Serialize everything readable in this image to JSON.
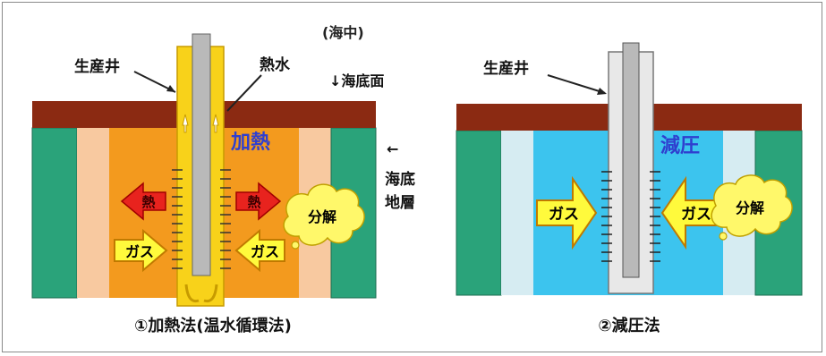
{
  "sea_label": "(海中)",
  "left": {
    "well_label": "生産井",
    "hot_water_label": "熱水",
    "seabed_label": "↓海底面",
    "heating_label": "加熱",
    "formation_label_1": "海底",
    "formation_label_2": "地層",
    "formation_arrow": "←",
    "heat_arrow_text": "熱",
    "gas_arrow_text": "ガス",
    "decomposition_label": "分解",
    "caption": "①加熱法(温水循環法)"
  },
  "right": {
    "well_label": "生産井",
    "depressurize_label": "減圧",
    "gas_arrow_text": "ガス",
    "decomposition_label": "分解",
    "caption": "②減圧法"
  },
  "colors": {
    "seabed_brown": "#8b2a12",
    "formation_green": "#2aa37a",
    "peach": "#f8c9a0",
    "heated_orange": "#f39a1e",
    "pipe_yellow": "#f8d21a",
    "pipe_gray": "#b9b9b9",
    "blue": "#3cc4ee",
    "light_blue": "#d6ecf2",
    "red_arrow": "#e8231e",
    "gas_arrow": "#fffa3c",
    "label_blue": "#2f3fcf"
  }
}
